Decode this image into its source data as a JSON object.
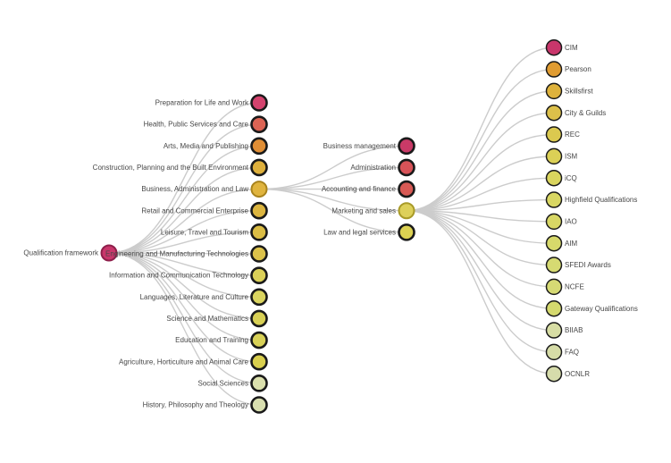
{
  "diagram": {
    "type": "collapsible-tree",
    "background_color": "#ffffff",
    "link_color": "#cccccc",
    "label_color": "#474747",
    "node_outline_color": "#1a1a1a",
    "root": {
      "label": "Qualification framework",
      "color": "#c9366b",
      "stroke": "#8e1f4b",
      "variant": "expanded"
    },
    "levels": [
      {
        "name": "sectors",
        "parent": "Qualification framework",
        "nodes": [
          {
            "label": "Preparation for Life and Work",
            "color": "#d4436e",
            "variant": "collapsed"
          },
          {
            "label": "Health, Public Services and Care",
            "color": "#dc6454",
            "variant": "collapsed"
          },
          {
            "label": "Arts, Media and Publishing",
            "color": "#e08e35",
            "variant": "collapsed"
          },
          {
            "label": "Construction, Planning and the Built Environment",
            "color": "#deb03c",
            "variant": "collapsed"
          },
          {
            "label": "Business, Administration and Law",
            "color": "#e0b43e",
            "stroke": "#a8831d",
            "variant": "expanded"
          },
          {
            "label": "Retail and Commercial Enterprise",
            "color": "#dcb53f",
            "variant": "collapsed"
          },
          {
            "label": "Leisure, Travel and Tourism",
            "color": "#dbbd45",
            "variant": "collapsed"
          },
          {
            "label": "Engineering and Manufacturing Technologies",
            "color": "#dcc24a",
            "variant": "collapsed"
          },
          {
            "label": "Information and Communication Technology",
            "color": "#dbd058",
            "variant": "collapsed"
          },
          {
            "label": "Languages, Literature and Culture",
            "color": "#dad45f",
            "variant": "collapsed"
          },
          {
            "label": "Science and Mathematics",
            "color": "#d8d055",
            "variant": "collapsed"
          },
          {
            "label": "Education and Training",
            "color": "#d8d157",
            "variant": "collapsed"
          },
          {
            "label": "Agriculture, Horticulture and Animal Care",
            "color": "#d9cf4e",
            "variant": "collapsed"
          },
          {
            "label": "Social Sciences",
            "color": "#dbe0ad",
            "variant": "collapsed"
          },
          {
            "label": "History, Philosophy and Theology",
            "color": "#d9dfb0",
            "variant": "collapsed"
          }
        ]
      },
      {
        "name": "subject-areas",
        "parent": "Business, Administration and Law",
        "nodes": [
          {
            "label": "Business management",
            "color": "#c93a67",
            "variant": "collapsed"
          },
          {
            "label": "Administration",
            "color": "#d85358",
            "variant": "collapsed"
          },
          {
            "label": "Accounting and finance",
            "color": "#d85a55",
            "variant": "collapsed"
          },
          {
            "label": "Marketing and sales",
            "color": "#ddd05a",
            "stroke": "#a89a28",
            "variant": "expanded"
          },
          {
            "label": "Law and legal services",
            "color": "#dcd152",
            "variant": "collapsed"
          }
        ]
      },
      {
        "name": "awarding-organisations",
        "parent": "Marketing and sales",
        "nodes": [
          {
            "label": "CIM",
            "color": "#c9366b",
            "variant": "leaf"
          },
          {
            "label": "Pearson",
            "color": "#e09c32",
            "variant": "leaf"
          },
          {
            "label": "Skillsfirst",
            "color": "#deb23c",
            "variant": "leaf"
          },
          {
            "label": "City & Guilds",
            "color": "#dcc04a",
            "variant": "leaf"
          },
          {
            "label": "REC",
            "color": "#dbc94f",
            "variant": "leaf"
          },
          {
            "label": "ISM",
            "color": "#dbd056",
            "variant": "leaf"
          },
          {
            "label": "iCQ",
            "color": "#dad55e",
            "variant": "leaf"
          },
          {
            "label": "Highfield Qualifications",
            "color": "#d9d763",
            "variant": "leaf"
          },
          {
            "label": "IAO",
            "color": "#d8d765",
            "variant": "leaf"
          },
          {
            "label": "AIM",
            "color": "#d7d96b",
            "variant": "leaf"
          },
          {
            "label": "SFEDI Awards",
            "color": "#d6da72",
            "variant": "leaf"
          },
          {
            "label": "NCFE",
            "color": "#d6da74",
            "variant": "leaf"
          },
          {
            "label": "Gateway Qualifications",
            "color": "#d5d96e",
            "variant": "leaf"
          },
          {
            "label": "BIIAB",
            "color": "#d7dda4",
            "variant": "leaf"
          },
          {
            "label": "FAQ",
            "color": "#d6dca7",
            "variant": "leaf"
          },
          {
            "label": "OCNLR",
            "color": "#d6dcab",
            "variant": "leaf"
          }
        ]
      }
    ]
  }
}
